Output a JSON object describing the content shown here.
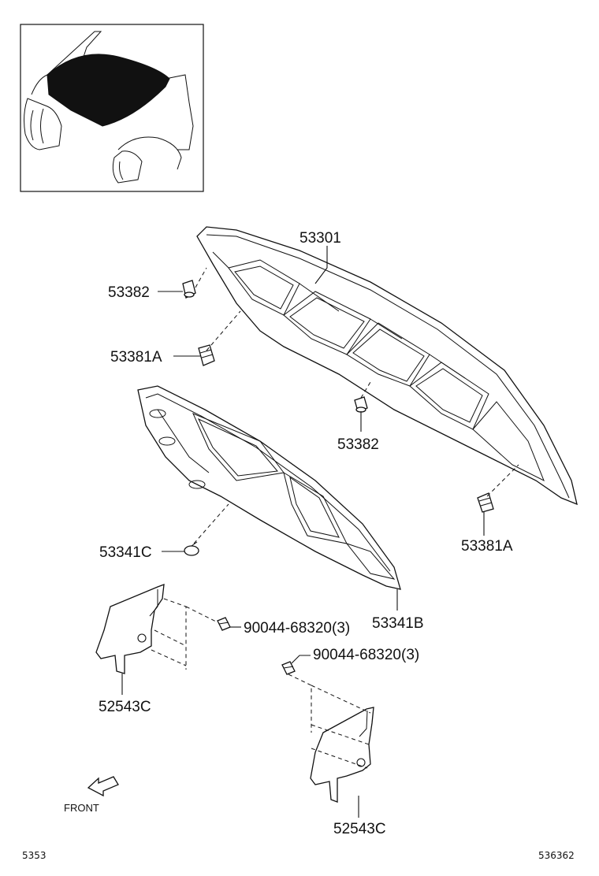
{
  "labels": {
    "hood": "53301",
    "bumper_cushion_top": "53382",
    "bumper_cushion_mid": "53382",
    "hood_stopper_left": "53381A",
    "hood_stopper_right": "53381A",
    "clip": "53341C",
    "insulator": "53341B",
    "screw_upper": "90044-68320(3)",
    "screw_lower": "90044-68320(3)",
    "seal_left": "52543C",
    "seal_right": "52543C"
  },
  "front_label": "FRONT",
  "page_code_left": "5353",
  "page_code_right": "536362"
}
